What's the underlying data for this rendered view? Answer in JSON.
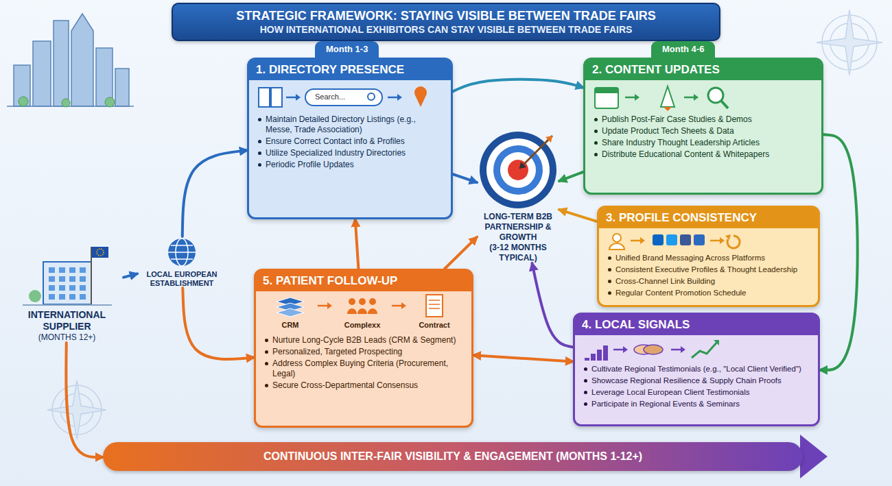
{
  "diagram": {
    "title": "STRATEGIC FRAMEWORK: STAYING VISIBLE BETWEEN TRADE FAIRS",
    "nodes": [
      {
        "text": [
          "INTERNATIONAL SUPPLIER",
          "(MONTHS 12+)"
        ]
      },
      {
        "text": [
          "LOCAL EUROPEAN ESTABLISHMENT"
        ]
      },
      {
        "text": [
          "Month 1-3",
          "1. DIRECTORY PRESENCE",
          "Maintain Detailed Directory Listings (e.g., Messe, Trade Association)",
          "Ensure Correct Contact info & Profiles",
          "Utilize Specialized Industry Directories",
          "Periodic Profile Updates"
        ]
      },
      {
        "text": [
          "Month 4-6",
          "2. CONTENT UPDATES",
          "Publish Post-Fair Case Studies & Demos",
          "Update Product Tech Sheets & Data",
          "Share Industry Thought Leadership Articles",
          "Distribute Educational Content & Whitepapers"
        ]
      },
      {
        "text": [
          "LONG-TERM B2B PARTNERSHIP & GROWTH",
          "(3-12 MONTHS TYPICAL)"
        ]
      },
      {
        "text": [
          "3. PROFILE CONSISTENCY",
          "Unified Brand Messaging Across Platforms",
          "Consistent Executive Profiles & Thought Leadership",
          "Cross-Channel Link Building",
          "Regular Content Promotion Schedule"
        ]
      },
      {
        "text": [
          "5. PATIENT FOLLOW-UP",
          "Nurture Long-Cycle B2B Leads (CRM & Segment)",
          "Personalized, Targeted Prospecting",
          "Address Complex Buying Criteria (Procurement, Legal)",
          "Secure Cross-Departmental Consensus"
        ]
      },
      {
        "text": [
          "4. LOCAL SIGNALS",
          "Cultivate Regional Testimonials (e.g., \"Local Client Verified\")",
          "Showcase Regional Resilience & Supply Chain Proofs",
          "Leverage Local European Client Testimonials",
          "Participate in Regional Events & Seminars"
        ]
      },
      {
        "text": [
          "CONTINUOUS INTER-FAIR VISIBILITY & ENGAGEMENT (MONTHS 1-12+)"
        ]
      }
    ],
    "edges": [
      {
        "from": 0,
        "to": 1,
        "arrow": "to"
      },
      {
        "from": 1,
        "to": 2,
        "arrow": "to"
      },
      {
        "from": 1,
        "to": 6,
        "arrow": "to"
      },
      {
        "from": 2,
        "to": 4,
        "arrow": "to"
      },
      {
        "from": 3,
        "to": 4,
        "arrow": "to"
      },
      {
        "from": 5,
        "to": 4,
        "arrow": "to"
      },
      {
        "from": 7,
        "to": 4,
        "arrow": "to"
      },
      {
        "from": 6,
        "to": 4,
        "arrow": "to"
      },
      {
        "from": 2,
        "to": 3,
        "arrow": "to"
      },
      {
        "from": 3,
        "to": 7,
        "arrow": "to"
      },
      {
        "from": 6,
        "to": 7,
        "arrow": "both"
      },
      {
        "from": 6,
        "to": 2,
        "arrow": "to"
      },
      {
        "from": 0,
        "to": 8,
        "arrow": "to"
      }
    ],
    "labels": [
      "HOW INTERNATIONAL EXHIBITORS CAN STAY VISIBLE BETWEEN TRADE FAIRS",
      "Search...",
      "CRM",
      "Complexx",
      "Contract"
    ]
  }
}
